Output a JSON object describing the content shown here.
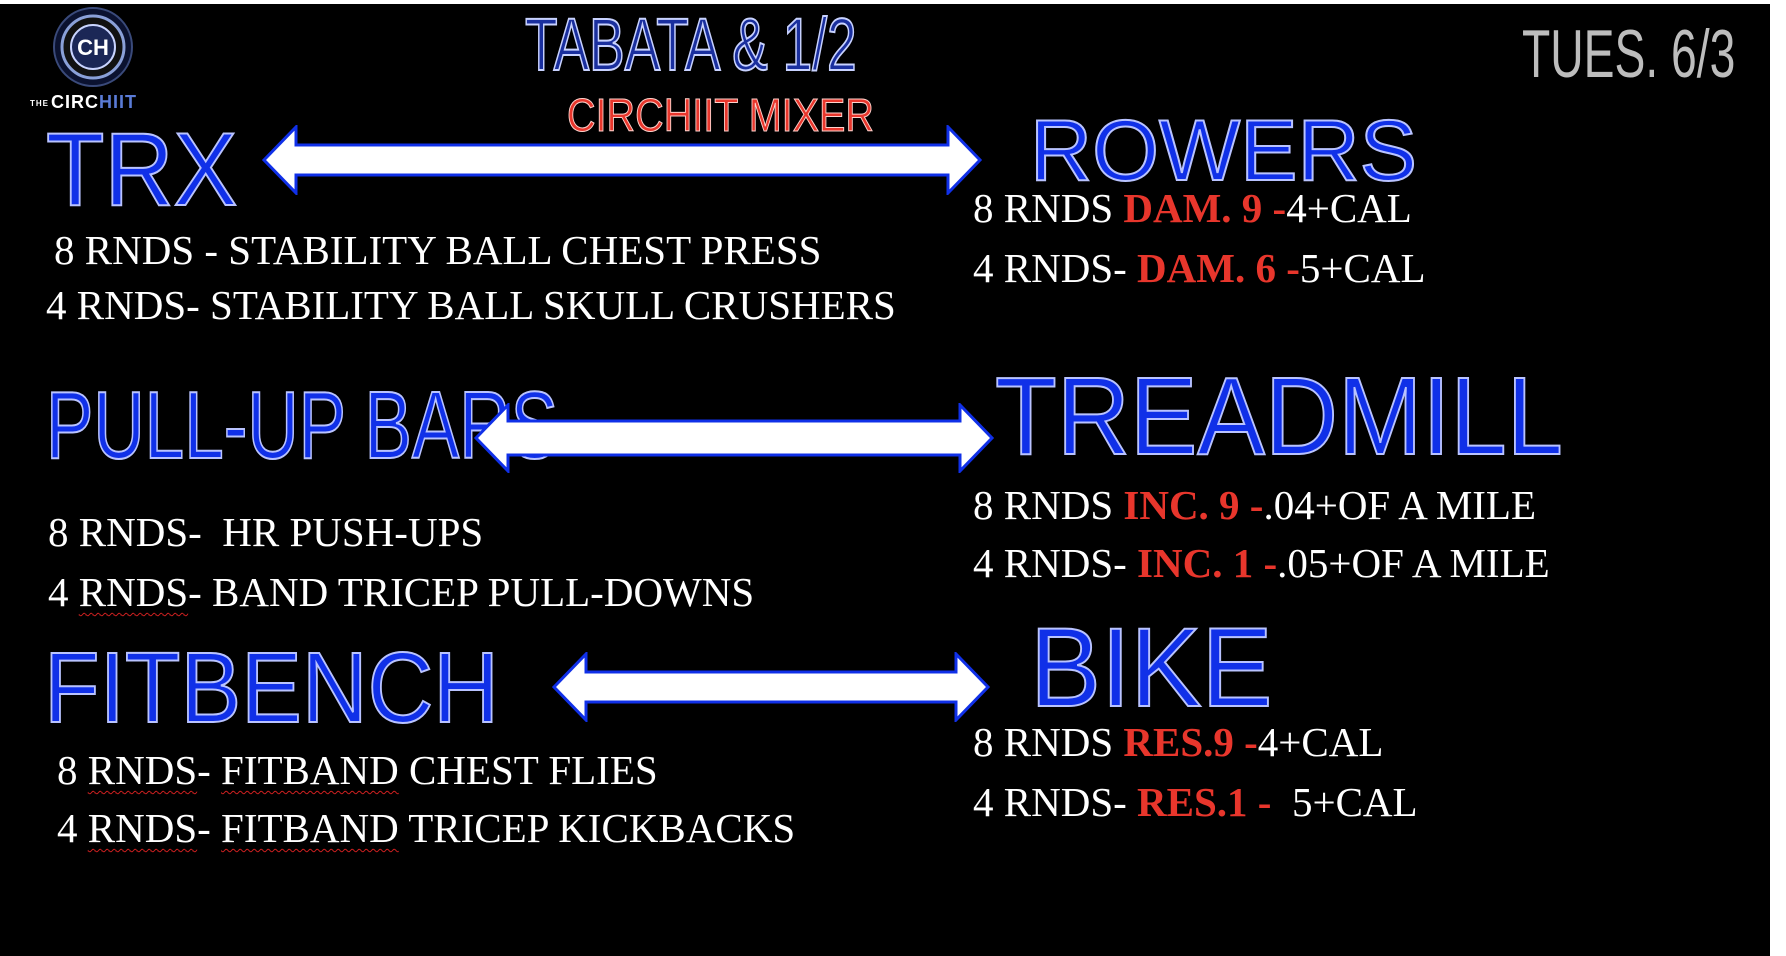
{
  "title": "TABATA & 1/2",
  "subtitle": "CIRCHIIT MIXER",
  "date": "TUES. 6/3",
  "logo": {
    "icon": "ch-monogram-icon",
    "text_prefix": "THE",
    "text_main": "CIRC",
    "text_accent": "HIIT",
    "monogram": "CH"
  },
  "colors": {
    "background": "#000000",
    "station_blue": "#1030e8",
    "accent_red": "#e8362c",
    "text": "#ffffff",
    "date_gray": "#bdbdbd"
  },
  "stations": {
    "trx": {
      "name": "TRX",
      "lines": [
        {
          "rounds": "8 RNDS - ",
          "exercise": "STABILITY BALL CHEST PRESS"
        },
        {
          "rounds": "4 RNDS- ",
          "exercise": "STABILITY BALL SKULL CRUSHERS"
        }
      ]
    },
    "rowers": {
      "name": "ROWERS",
      "lines": [
        {
          "rounds": "8 RNDS ",
          "setting": "DAM. 9 -",
          "target": "4+CAL"
        },
        {
          "rounds": "4 RNDS- ",
          "setting": "DAM. 6 -",
          "target": "5+CAL"
        }
      ]
    },
    "pullup": {
      "name": "PULL-UP BARS",
      "lines": [
        {
          "rounds": "8 RNDS-  ",
          "exercise": "HR PUSH-UPS"
        },
        {
          "rounds_num": "4 ",
          "rounds_word": "RNDS",
          "rounds_dash": "- ",
          "exercise": "BAND TRICEP PULL-DOWNS"
        }
      ]
    },
    "treadmill": {
      "name": "TREADMILL",
      "lines": [
        {
          "rounds": "8 RNDS ",
          "setting": "INC. 9 -",
          "target": ".04+OF A MILE"
        },
        {
          "rounds": "4 RNDS- ",
          "setting": "INC. 1 -",
          "target": ".05+OF A MILE"
        }
      ]
    },
    "fitbench": {
      "name": "FITBENCH",
      "lines": [
        {
          "rounds_num": "8 ",
          "rounds_word": "RNDS",
          "rounds_dash": "- ",
          "exercise_word": "FITBAND",
          "exercise_rest": " CHEST FLIES"
        },
        {
          "rounds_num": "4 ",
          "rounds_word": "RNDS",
          "rounds_dash": "- ",
          "exercise_word": "FITBAND",
          "exercise_rest": " TRICEP KICKBACKS"
        }
      ]
    },
    "bike": {
      "name": "BIKE",
      "lines": [
        {
          "rounds": "8 RNDS ",
          "setting": "RES.9 -",
          "target": "4+CAL"
        },
        {
          "rounds": "4 RNDS- ",
          "setting": "RES.1 - ",
          "target": " 5+CAL"
        }
      ]
    }
  },
  "arrows": [
    "double-arrow-icon",
    "double-arrow-icon",
    "double-arrow-icon"
  ]
}
